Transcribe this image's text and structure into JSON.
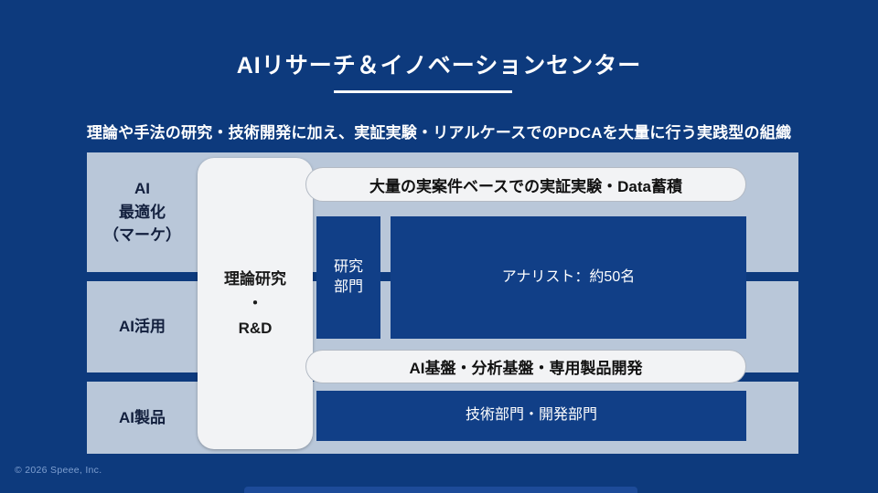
{
  "slide": {
    "title": "AIリサーチ＆イノベーションセンター",
    "subtitle": "理論や手法の研究・技術開発に加え、実証実験・リアルケースでのPDCAを大量に行う実践型の組織",
    "footer_copyright": "© 2026 Speee, Inc."
  },
  "diagram": {
    "rows": [
      {
        "label": "AI\n最適化\n（マーケ）"
      },
      {
        "label": "AI活用"
      },
      {
        "label": "AI製品"
      }
    ],
    "center_box_label": "理論研究\n・\nR&D",
    "top_pill_label": "大量の実案件ベースでの実証実験・Data蓄積",
    "research_box_label": "研究\n部門",
    "analyst_box_label": "アナリスト：約50名",
    "bottom_pill_label": "AI基盤・分析基盤・専用製品開発",
    "tech_box_label": "技術部門・開発部門"
  },
  "colors": {
    "background": "#0d3a7d",
    "row_fill": "#b9c7d9",
    "navy_box_fill": "#113f87",
    "pill_fill": "#f2f3f5",
    "text_light": "#ffffff",
    "text_dark": "#121f3d"
  }
}
